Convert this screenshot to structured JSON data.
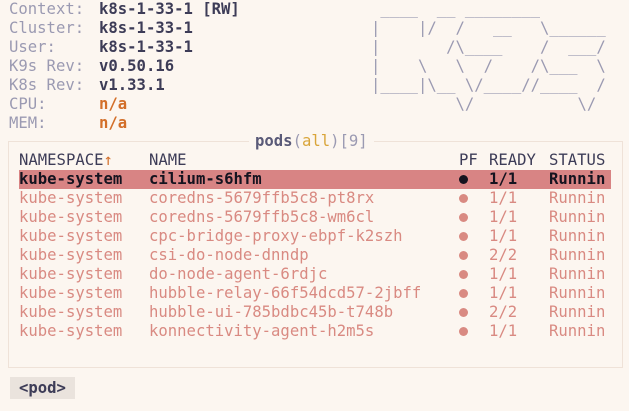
{
  "info": [
    {
      "key": "Context:",
      "value": "k8s-1-33-1 [RW]",
      "kind": "normal"
    },
    {
      "key": "Cluster:",
      "value": "k8s-1-33-1",
      "kind": "normal"
    },
    {
      "key": "User:",
      "value": "k8s-1-33-1",
      "kind": "normal"
    },
    {
      "key": "K9s Rev:",
      "value": "v0.50.16",
      "kind": "normal"
    },
    {
      "key": "K8s Rev:",
      "value": "v1.33.1",
      "kind": "normal"
    },
    {
      "key": "CPU:",
      "value": "n/a",
      "kind": "na"
    },
    {
      "key": "MEM:",
      "value": "n/a",
      "kind": "na"
    }
  ],
  "logo_art": " ____  __ ________\n|    |/  /   __   \\______\n|       /\\____    /  ___/\n|    \\   \\  /    /\\___  \\\n|____|\\__ \\/____//____  /\n         \\/           \\/",
  "table": {
    "resource": "pods",
    "namespace": "all",
    "count": "9",
    "headers": {
      "namespace": "NAMESPACE",
      "sort_arrow": "↑",
      "name": "NAME",
      "pf": "PF",
      "ready": "READY",
      "status": "STATUS"
    },
    "rows": [
      {
        "namespace": "kube-system",
        "name": "cilium-s6hfm",
        "ready": "1/1",
        "status": "Runnin",
        "selected": true
      },
      {
        "namespace": "kube-system",
        "name": "coredns-5679ffb5c8-pt8rx",
        "ready": "1/1",
        "status": "Runnin",
        "selected": false
      },
      {
        "namespace": "kube-system",
        "name": "coredns-5679ffb5c8-wm6cl",
        "ready": "1/1",
        "status": "Runnin",
        "selected": false
      },
      {
        "namespace": "kube-system",
        "name": "cpc-bridge-proxy-ebpf-k2szh",
        "ready": "1/1",
        "status": "Runnin",
        "selected": false
      },
      {
        "namespace": "kube-system",
        "name": "csi-do-node-dnndp",
        "ready": "2/2",
        "status": "Runnin",
        "selected": false
      },
      {
        "namespace": "kube-system",
        "name": "do-node-agent-6rdjc",
        "ready": "1/1",
        "status": "Runnin",
        "selected": false
      },
      {
        "namespace": "kube-system",
        "name": "hubble-relay-66f54dcd57-2jbff",
        "ready": "1/1",
        "status": "Runnin",
        "selected": false
      },
      {
        "namespace": "kube-system",
        "name": "hubble-ui-785bdbc45b-t748b",
        "ready": "2/2",
        "status": "Runnin",
        "selected": false
      },
      {
        "namespace": "kube-system",
        "name": "konnectivity-agent-h2m5s",
        "ready": "1/1",
        "status": "Runnin",
        "selected": false
      }
    ]
  },
  "breadcrumb": "<pod>"
}
